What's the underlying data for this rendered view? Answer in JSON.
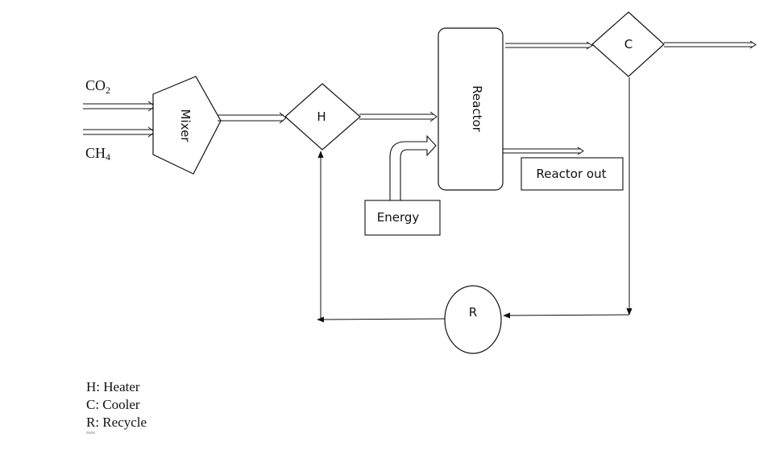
{
  "units": {
    "mixer": "Mixer",
    "heater": "H",
    "reactor": "Reactor",
    "cooler": "C",
    "recycle": "R"
  },
  "streams": {
    "co2_main": "CO",
    "co2_sub": "2",
    "ch4_main": "CH",
    "ch4_sub": "4",
    "energy": "Energy",
    "reactor_out": "Reactor out"
  },
  "legend": [
    "H: Heater",
    "C: Cooler",
    "R: Recycle"
  ],
  "colors": {
    "line": "#111111",
    "background": "#ffffff"
  }
}
